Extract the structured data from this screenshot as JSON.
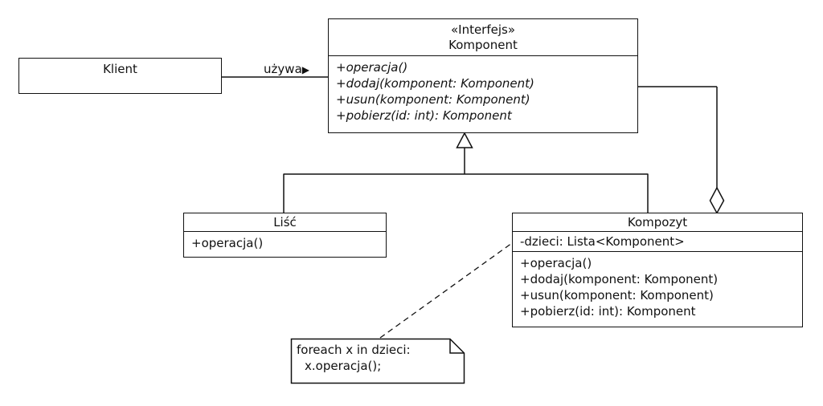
{
  "colors": {
    "line": "#111111",
    "fill": "#ffffff",
    "text": "#111111"
  },
  "klient": {
    "name": "Klient"
  },
  "association": {
    "label": "używa",
    "direction_arrow": "▶"
  },
  "komponent": {
    "stereotype": "«Interfejs»",
    "name": "Komponent",
    "methods": [
      "+operacja()",
      "+dodaj(komponent: Komponent)",
      "+usun(komponent: Komponent)",
      "+pobierz(id: int): Komponent"
    ]
  },
  "lisc": {
    "name": "Liść",
    "methods": [
      "+operacja()"
    ]
  },
  "kompozyt": {
    "name": "Kompozyt",
    "attributes": [
      "-dzieci: Lista<Komponent>"
    ],
    "methods": [
      "+operacja()",
      "+dodaj(komponent: Komponent)",
      "+usun(komponent: Komponent)",
      "+pobierz(id: int): Komponent"
    ]
  },
  "note": {
    "lines": [
      "foreach x in dzieci:",
      "x.operacja();"
    ]
  }
}
